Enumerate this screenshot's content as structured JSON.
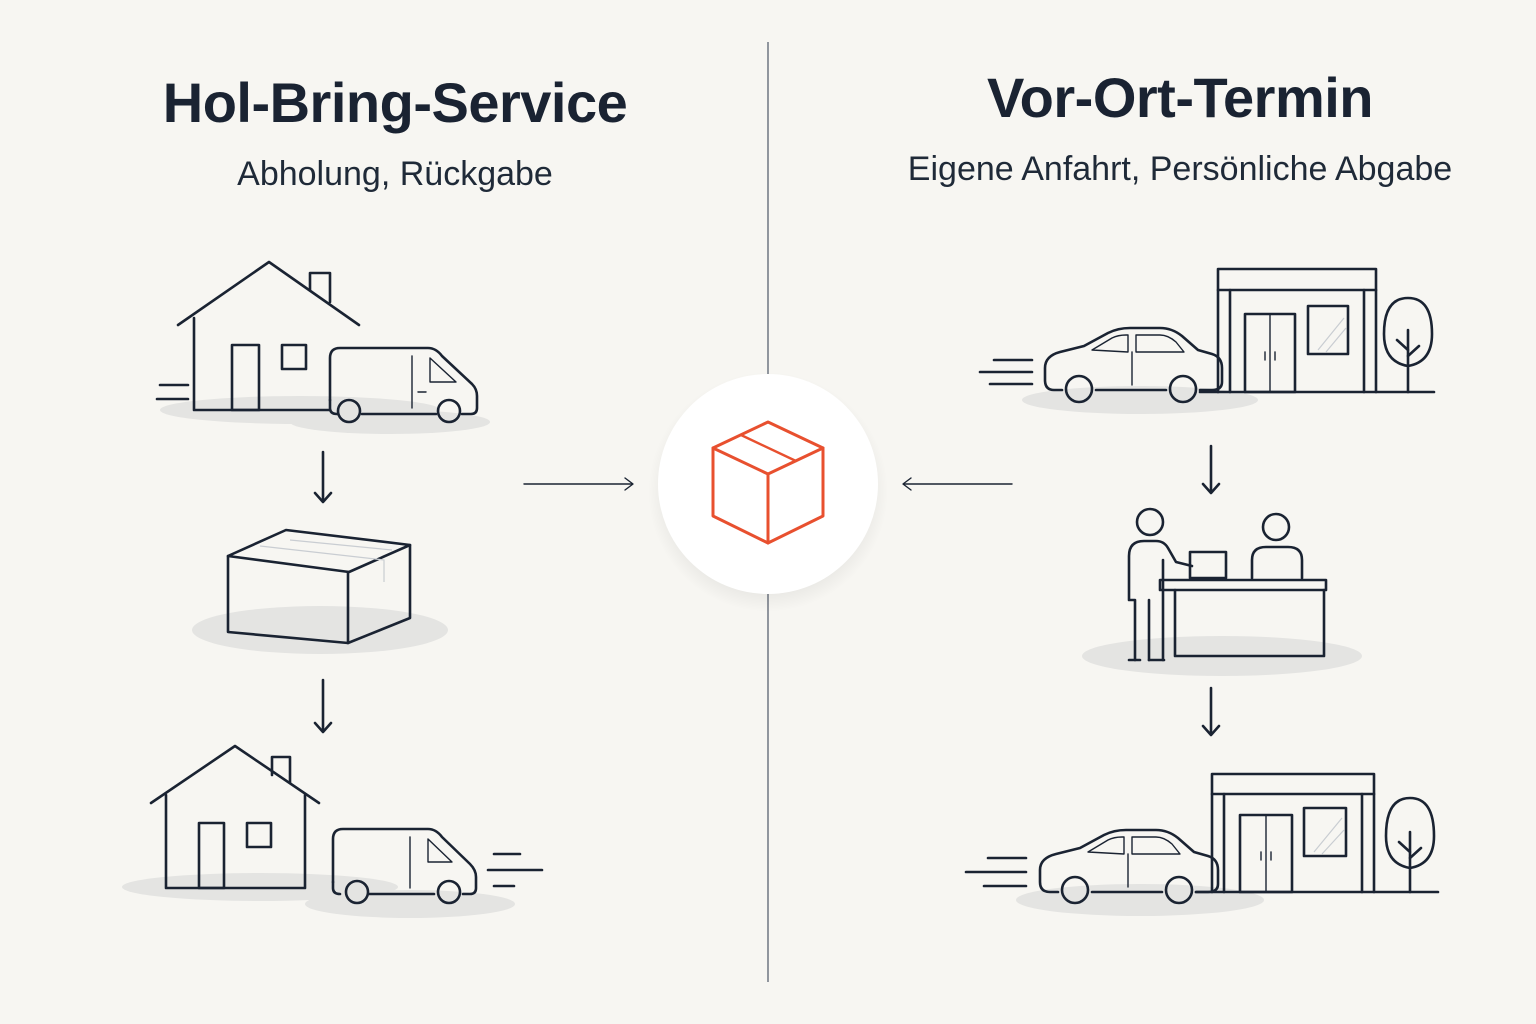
{
  "left": {
    "title": "Hol-Bring-Service",
    "subtitle": "Abholung, Rückgabe"
  },
  "right": {
    "title": "Vor-Ort-Termin",
    "subtitle": "Eigene Anfahrt, Persönliche Abgabe"
  },
  "icons": {
    "center": "package-icon",
    "left_steps": [
      "house-with-van-icon",
      "parcel-box-icon",
      "house-with-van-icon"
    ],
    "right_steps": [
      "car-at-building-icon",
      "counter-handover-icon",
      "car-at-building-icon"
    ]
  },
  "colors": {
    "background": "#f7f6f2",
    "line": "#1a2332",
    "accent": "#e8502f"
  }
}
